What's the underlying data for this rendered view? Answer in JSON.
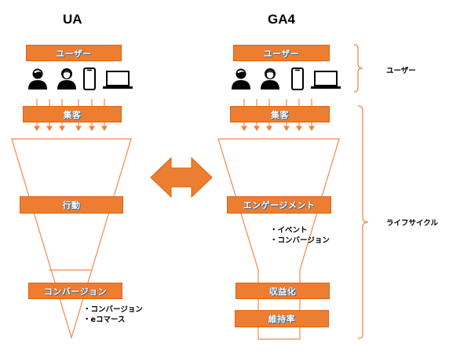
{
  "colors": {
    "accent": "#ed7d31",
    "line": "#f08a4b",
    "text": "#000000"
  },
  "ua": {
    "title": "UA",
    "users_box": "ユーザー",
    "icons": [
      "person-male-icon",
      "person-female-icon",
      "smartphone-icon",
      "laptop-icon"
    ],
    "acquisition_box": "集客",
    "behavior_box": "行動",
    "conversion_box": "コンバージョン",
    "conversion_notes": [
      "コンバージョン",
      "eコマース"
    ]
  },
  "ga4": {
    "title": "GA4",
    "users_box": "ユーザー",
    "icons": [
      "person-male-icon",
      "person-female-icon",
      "smartphone-icon",
      "laptop-icon"
    ],
    "acquisition_box": "集客",
    "engagement_box": "エンゲージメント",
    "engagement_notes": [
      "イベント",
      "コンバージョン"
    ],
    "monetization_box": "収益化",
    "retention_box": "維持率"
  },
  "braces": {
    "users_label": "ユーザー",
    "lifecycle_label": "ライフサイクル"
  },
  "comparison_arrow": "double-arrow-icon"
}
